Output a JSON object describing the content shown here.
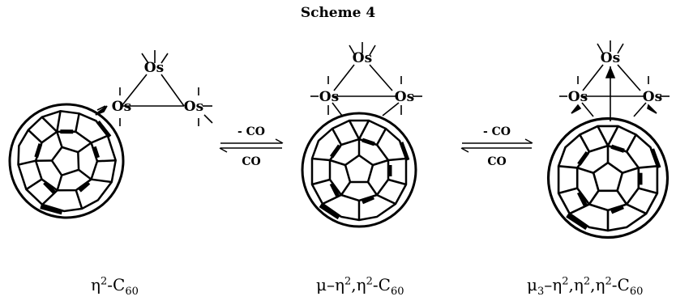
{
  "scheme": {
    "title": "Scheme 4"
  },
  "cluster": {
    "atom": "Os",
    "dash": "−"
  },
  "arrows": [
    {
      "top": "- CO",
      "bottom": "CO"
    },
    {
      "top": "- CO",
      "bottom": "CO"
    }
  ],
  "labels": [
    {
      "parts": [
        "η",
        "2",
        "-C",
        "60"
      ]
    },
    {
      "parts": [
        "μ–η",
        "2",
        ",η",
        "2",
        "-C",
        "60"
      ]
    },
    {
      "parts": [
        "μ",
        "3",
        "–η",
        "2",
        ",η",
        "2",
        ",η",
        "2",
        "-C",
        "60"
      ]
    }
  ]
}
